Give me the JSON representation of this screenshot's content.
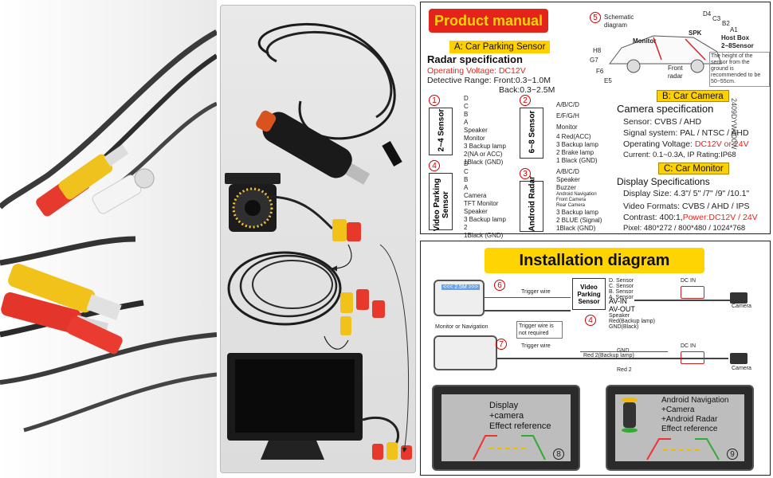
{
  "manual": {
    "title": "Product manual",
    "section_a": "A: Car Parking Sensor",
    "radar_spec_title": "Radar specification",
    "operating_voltage": "Operating Voltage: DC12V",
    "detective_range": "Detective Range: Front:0.3~1.0M",
    "back_range": "Back:0.3~2.5M",
    "schematic": {
      "num": "5",
      "label": "Schematic diagram",
      "monitor": "Monitor",
      "spk": "SPK",
      "front_radar": "Front radar",
      "host_box": "Host Box",
      "sensor_range": "2~8Sensor",
      "height_note": "The height of the sensor from the ground is recommended to be 50~55cm.",
      "d4": "D4",
      "c3": "C3",
      "b2": "B2",
      "a1": "A1",
      "h8": "H8",
      "g7": "G7",
      "f6": "F6",
      "e5": "E5"
    },
    "b1": {
      "num": "1",
      "name": "2~4 Sensor",
      "pins": [
        "D",
        "C",
        "B",
        "A",
        "Speaker",
        "Monitor"
      ],
      "pins_red": [
        "3 Backup lamp"
      ],
      "pins_tail": [
        "2(NA or ACC)",
        "1Black (GND)"
      ]
    },
    "b2": {
      "num": "2",
      "name": "6~8 Sensor",
      "pins": [
        "A/B/C/D",
        "E/F/G/H",
        "Monitor"
      ],
      "pins_red": [
        "4 Red(ACC)",
        "3 Backup lamp",
        "2 Brake lamp"
      ],
      "pins_tail": [
        "1 Black (GND)"
      ]
    },
    "b4": {
      "num": "4",
      "name": "Video Parking Sensor",
      "pins": [
        "D",
        "C",
        "B",
        "A",
        "Camera",
        "TFT Monitor",
        "Speaker"
      ],
      "pins_red": [
        "3 Backup lamp"
      ],
      "pins_tail": [
        "2",
        "1Black (GND)"
      ]
    },
    "b3": {
      "num": "3",
      "name": "Android Radar",
      "pins": [
        "A/B/C/D",
        "Speaker",
        "Buzzer",
        "Android Navigation",
        "Front Camera",
        "Rear Camera"
      ],
      "pins_red": [
        "3 Backup lamp"
      ],
      "pins_tail": [
        "2 BLUE (Signal)",
        "1Black (GND)"
      ]
    },
    "section_b": "B: Car Camera",
    "cam_spec_title": "Camera specification",
    "cam_sensor": "Sensor: CVBS / AHD",
    "cam_signal": "Signal system: PAL / NTSC / AHD",
    "cam_voltage_label": "Operating Voltage:",
    "cam_voltage_value": "DC12V or 24V",
    "cam_current": "Current: 0.1~0.3A,  IP Rating:IP68",
    "code": "2409DYW200W",
    "section_c": "C: Car Monitor",
    "disp_spec_title": "Display Specifications",
    "disp_size": "Display Size: 4.3\"/ 5\" /7\" /9\" /10.1\"",
    "disp_video": "Video Formats: CVBS / AHD / IPS",
    "disp_contrast_label": "Contrast: 400:1,",
    "disp_contrast_power": "Power:DC12V / 24V",
    "disp_pixel": "Pixel: 480*272 / 800*480 / 1024*768"
  },
  "install": {
    "title": "Installation diagram",
    "n6": "6",
    "n7": "7",
    "n4": "4",
    "n8": "8",
    "n9": "9",
    "screen_label": "<<< 2.5M >>>",
    "monitor_or_nav": "Monitor or Navigation",
    "trigger1": "Trigger wire",
    "trigger2": "Trigger wire",
    "trigger_note": "Trigger wire is not required",
    "vps_box": "Video Parking Sensor",
    "sensors": [
      "D. Sensor",
      "C. Sensor",
      "B. Sensor",
      "A. Sensor"
    ],
    "av_in": "AV-IN",
    "av_out": "AV-OUT",
    "outs": [
      "Speaker",
      "Red(Backup lamp)",
      "GND(Black)"
    ],
    "dc_in_1": "DC IN",
    "dc_in_2": "DC IN",
    "camera_1": "Camera",
    "camera_2": "Camera",
    "gnd": "GND",
    "red2_backup": "Red 2(Backup lamp)",
    "red2": "Red 2",
    "eff1": "Display\n+camera\nEffect reference",
    "eff2": "Android Navigation\n+Camera\n+Android Radar\nEffect reference"
  }
}
